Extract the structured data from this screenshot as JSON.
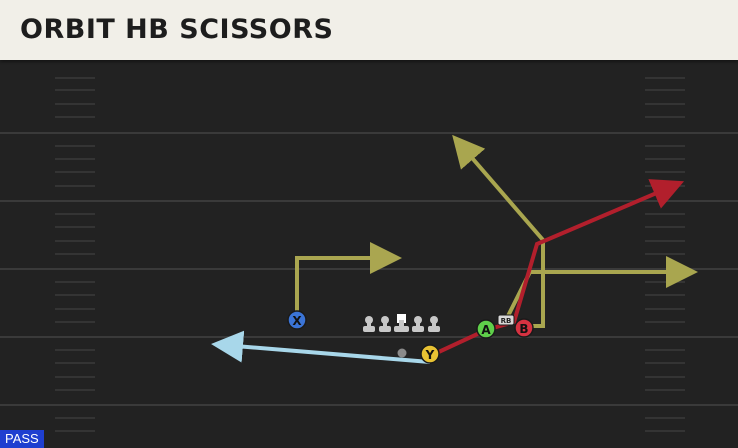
{
  "play": {
    "title": "ORBIT HB SCISSORS",
    "type": "PASS"
  },
  "players": {
    "x": {
      "label": "X",
      "color": "#3b74d6"
    },
    "y": {
      "label": "Y",
      "color": "#e8c233"
    },
    "a": {
      "label": "A",
      "color": "#5fcf4a"
    },
    "b": {
      "label": "B",
      "color": "#d63241"
    },
    "rb": {
      "label": "RB",
      "color": "#d8d8d8"
    }
  },
  "route_colors": {
    "primary": "#a9a64f",
    "x": "#aaa650",
    "y": "#a8d7ea",
    "b": "#b21f2c"
  }
}
